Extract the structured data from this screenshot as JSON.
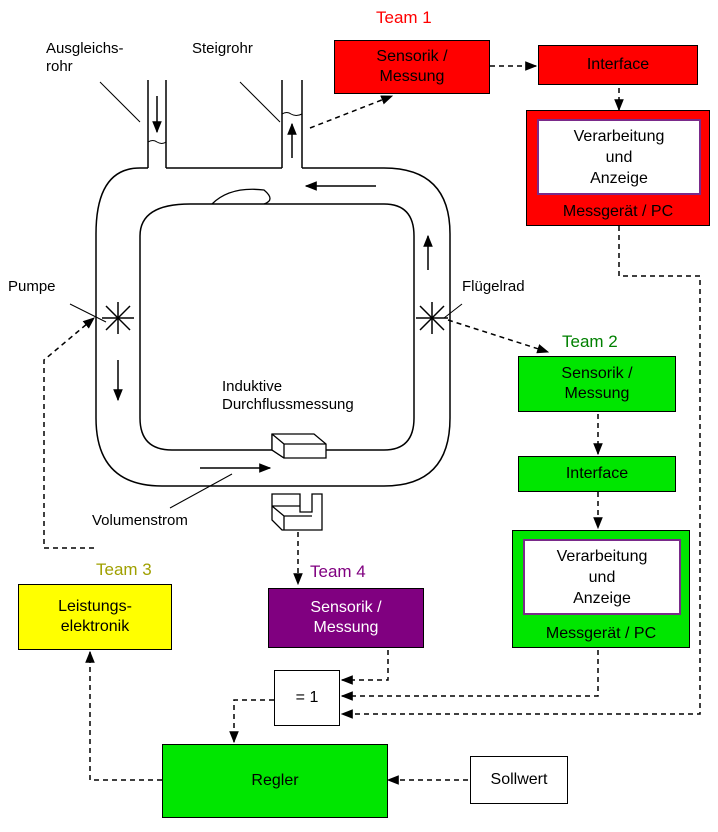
{
  "colors": {
    "team1": "#ff0000",
    "team2": "#00e600",
    "team3": "#ffff00",
    "team4": "#800080",
    "regler": "#00e600",
    "team2_label": "#008000",
    "team3_label": "#a0a000"
  },
  "hydraulics": {
    "ausgleichsrohr": "Ausgleichs-\nrohr",
    "steigrohr": "Steigrohr",
    "pumpe": "Pumpe",
    "fluegelrad": "Flügelrad",
    "induktive": "Induktive\nDurchflussmessung",
    "volumenstrom": "Volumenstrom"
  },
  "team1": {
    "label": "Team 1",
    "sensorik": "Sensorik /\nMessung",
    "interface": "Interface",
    "verarbeitung": "Verarbeitung\nund\nAnzeige",
    "device": "Messgerät / PC"
  },
  "team2": {
    "label": "Team 2",
    "sensorik": "Sensorik /\nMessung",
    "interface": "Interface",
    "verarbeitung": "Verarbeitung\nund\nAnzeige",
    "device": "Messgerät / PC"
  },
  "team3": {
    "label": "Team 3",
    "leistung": "Leistungs-\nelektronik"
  },
  "team4": {
    "label": "Team 4",
    "sensorik": "Sensorik /\nMessung"
  },
  "logic": {
    "xor": "= 1",
    "regler": "Regler",
    "sollwert": "Sollwert"
  }
}
